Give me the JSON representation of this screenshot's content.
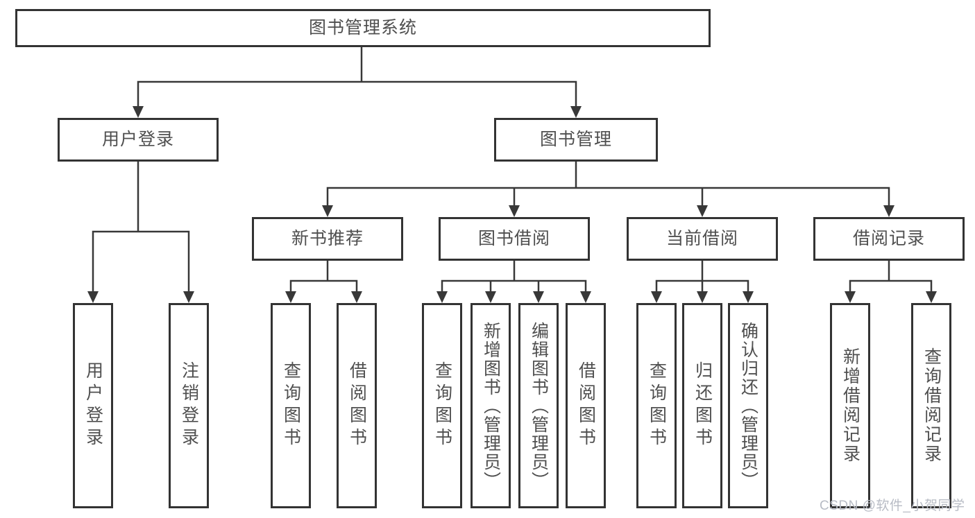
{
  "tree": {
    "root": "图书管理系统",
    "children": [
      {
        "label": "用户登录",
        "children": [
          "用户登录",
          "注销登录"
        ]
      },
      {
        "label": "图书管理",
        "children": [
          {
            "label": "新书推荐",
            "children": [
              "查询图书",
              "借阅图书"
            ]
          },
          {
            "label": "图书借阅",
            "children": [
              "查询图书",
              "新增图书（管理员）",
              "编辑图书（管理员）",
              "借阅图书"
            ]
          },
          {
            "label": "当前借阅",
            "children": [
              "查询图书",
              "归还图书",
              "确认归还（管理员）"
            ]
          },
          {
            "label": "借阅记录",
            "children": [
              "新增借阅记录",
              "查询借阅记录"
            ]
          }
        ]
      }
    ]
  },
  "watermark": "CSDN @软件_小贺同学",
  "colors": {
    "line": "#383838",
    "box_border": "#333333",
    "text": "#4f4f4f",
    "watermark": "#b8bcc5",
    "background": "#ffffff"
  }
}
